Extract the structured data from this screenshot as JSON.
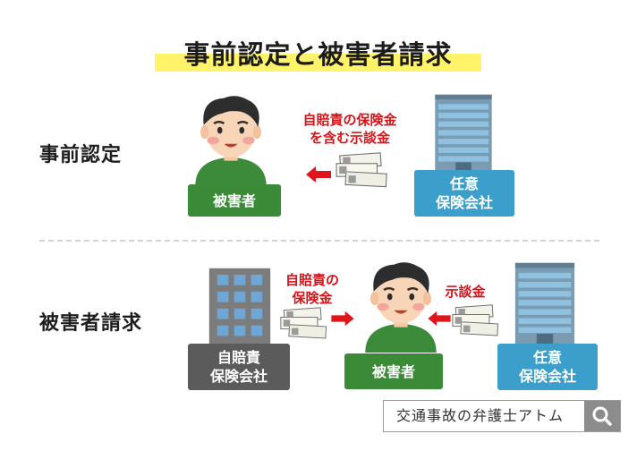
{
  "title": "事前認定と被害者請求",
  "section1": {
    "label": "事前認定",
    "annotation_line1": "自賠責の保険金",
    "annotation_line2": "を含む示談金",
    "victim_label": "被害者",
    "insurer_line1": "任意",
    "insurer_line2": "保険会社"
  },
  "section2": {
    "label": "被害者請求",
    "left_annotation_line1": "自賠責の",
    "left_annotation_line2": "保険金",
    "right_annotation": "示談金",
    "victim_label": "被害者",
    "jibaiseki_line1": "自賠責",
    "jibaiseki_line2": "保険会社",
    "insurer_line1": "任意",
    "insurer_line2": "保険会社"
  },
  "search": {
    "text": "交通事故の弁護士アトム",
    "icon": "search-icon"
  },
  "colors": {
    "arrow": "#e0141b",
    "annotation": "#d6141a",
    "victim_box": "#3a8a38",
    "insurer_box": "#3b9ecb",
    "jibaiseki_box": "#5b5b5b",
    "highlight": "#fff36a"
  }
}
